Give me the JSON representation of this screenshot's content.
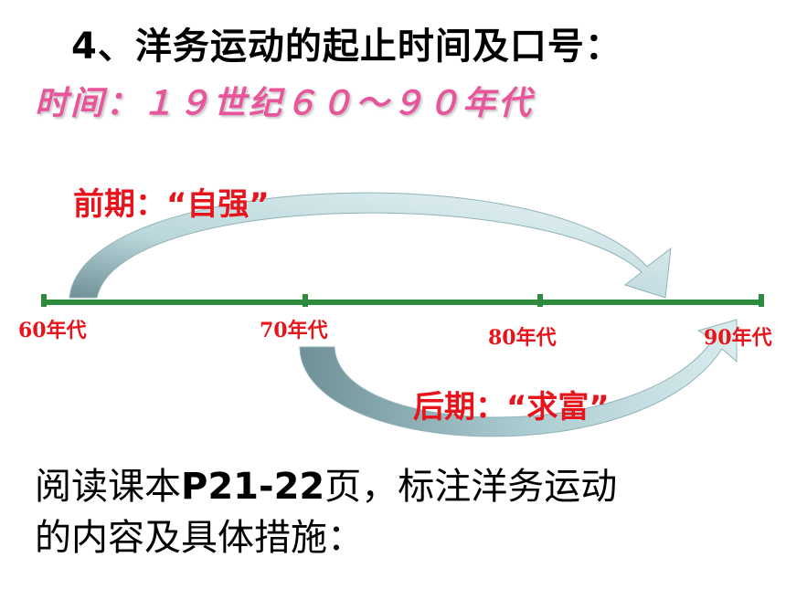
{
  "title": "4、洋务运动的起止时间及口号：",
  "time_line": "时间：１９世纪６０～９０年代",
  "early_period": "前期：“自强”",
  "late_period": "后期：“求富”",
  "timeline_labels": [
    "60年代",
    "70年代",
    "80年代",
    "90年代"
  ],
  "reading_task": {
    "part1": "阅读课本",
    "pages": "P21-22",
    "part2": "页，标注洋务运动",
    "line2": "的内容及具体措施："
  },
  "colors": {
    "timeline": "#2e8b3e",
    "label_red": "#e8141b",
    "time_pink": "#e8559a",
    "arrow_light": "#cfe6e8",
    "arrow_dark": "#6f9096"
  }
}
